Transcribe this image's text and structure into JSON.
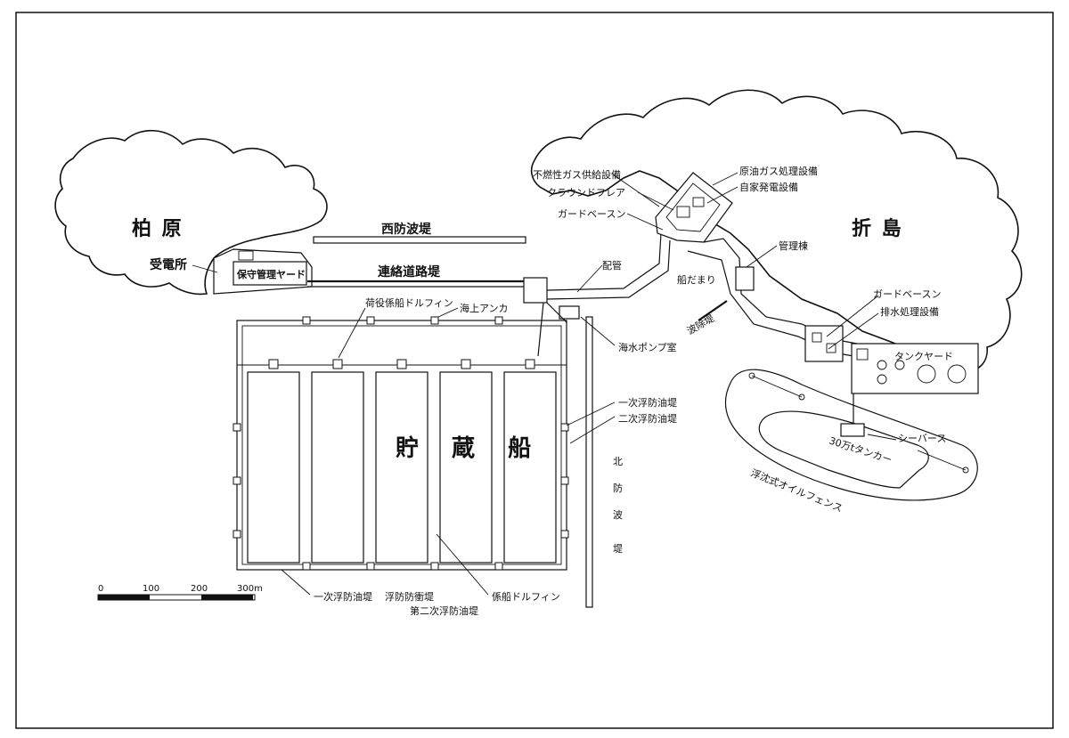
{
  "places": {
    "kashiwabara": "柏 原",
    "orishima": "折 島",
    "storage_ship": "貯 蔵 船"
  },
  "labels": {
    "substation": "受電所",
    "maintenance_yard": "保守管理ヤード",
    "west_breakwater": "西防波堤",
    "connecting_road": "連絡道路堤",
    "loading_dolphin": "荷役係船ドルフィン",
    "offshore_anchor": "海上アンカ",
    "seawater_pump": "海水ポンプ室",
    "primary_fence": "一次浮防油堤",
    "secondary_fence": "二次浮防油堤",
    "north_breakwater": "北\n防\n波\n堤",
    "mooring_dolphin": "係船ドルフィン",
    "primary_fence_bottom": "一次浮防油堤",
    "floating_barrier": "浮防防衝堤",
    "secondary_fence_bottom": "第二次浮防油堤",
    "inert_gas": "不燃性ガス供給設備",
    "ground_flare": "クラウンドフレア",
    "guard_base_west": "ガードベースン",
    "pipeline": "配管",
    "boat_basin": "船だまり",
    "crude_gas": "原油ガス処理設備",
    "power": "自家発電設備",
    "admin": "管理棟",
    "guard_base_east": "ガードベースン",
    "wastewater": "排水処理設備",
    "wave_barrier": "波除堤",
    "tank_yard": "タンクヤード",
    "tanker": "30万tタンカー",
    "sea_berth": "シーバース",
    "oil_fence": "浮沈式オイルフェンス"
  },
  "scale": {
    "ticks": [
      "0",
      "100",
      "200",
      "300m"
    ]
  },
  "colors": {
    "ink": "#111111",
    "paper": "#ffffff"
  }
}
